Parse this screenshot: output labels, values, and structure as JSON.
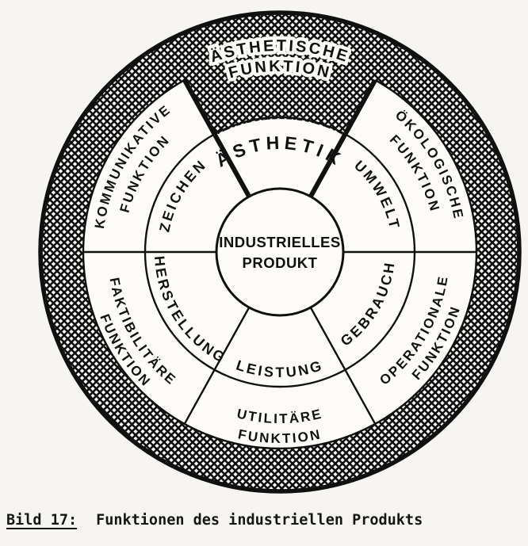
{
  "figure": {
    "center": {
      "line1": "INDUSTRIELLES",
      "line2": "PRODUKT"
    },
    "inner_ring": {
      "aesthetik": "ÄSTHETIK",
      "zeichen": "ZEICHEN",
      "umwelt": "UMWELT",
      "herstellung": "HERSTELLUNG",
      "leistung": "LEISTUNG",
      "gebrauch": "GEBRAUCH"
    },
    "function_ring": {
      "aesthetische": {
        "line1": "ÄSTHETISCHE",
        "line2": "FUNKTION"
      },
      "kommunikative": {
        "line1": "KOMMUNIKATIVE",
        "line2": "FUNKTION"
      },
      "oekologische": {
        "line1": "ÖKOLOGISCHE",
        "line2": "FUNKTION"
      },
      "faktibilitaere": {
        "line1": "FAKTIBILITÄRE",
        "line2": "FUNKTION"
      },
      "utilitaere": {
        "line1": "UTILITÄRE",
        "line2": "FUNKTION"
      },
      "operationale": {
        "line1": "OPERATIONALE",
        "line2": "FUNKTION"
      }
    },
    "colors": {
      "ink": "#101010",
      "paper": "#f7f5f1",
      "fill_white": "#fdfcf8"
    }
  },
  "caption": {
    "label": "Bild 17:",
    "text": "Funktionen des industriellen Produkts"
  }
}
